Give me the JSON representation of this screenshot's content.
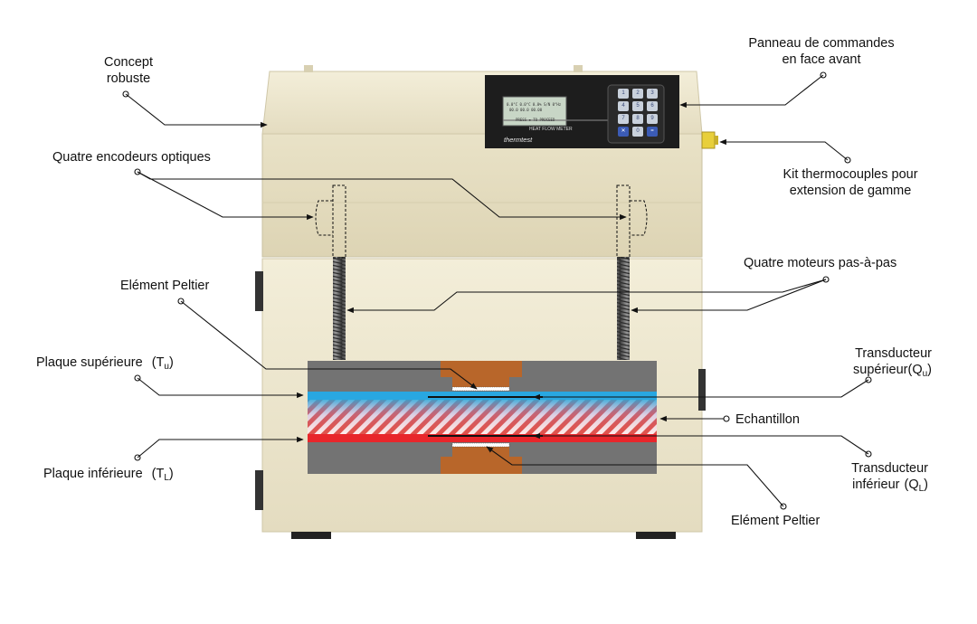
{
  "labels": {
    "concept": [
      "Concept",
      "robuste"
    ],
    "panneau": [
      "Panneau de commandes",
      "en face avant"
    ],
    "encodeurs": "Quatre encodeurs optiques",
    "kit": [
      "Kit thermocouples pour",
      "extension de gamme"
    ],
    "moteurs": "Quatre moteurs pas-à-pas",
    "peltier_top": "Elément Peltier",
    "plaque_sup": "Plaque supérieure",
    "plaque_sup_sym": "(T",
    "plaque_sup_sub": "u",
    "plaque_sup_close": ")",
    "trans_sup": [
      "Transducteur",
      "supérieur"
    ],
    "trans_sup_sym": "(Q",
    "trans_sup_sub": "u",
    "trans_sup_close": ")",
    "echantillon": "Echantillon",
    "plaque_inf": "Plaque inférieure",
    "plaque_inf_sym": "(T",
    "plaque_inf_sub": "L",
    "plaque_inf_close": ")",
    "trans_inf": [
      "Transducteur",
      "inférieur"
    ],
    "trans_inf_sym": "(Q",
    "trans_inf_sub": "L",
    "trans_inf_close": ")",
    "peltier_bottom": "Elément Peltier"
  },
  "panel": {
    "lcd_line1": "0.0°C  0.0°C  0.0% S/N  0°Hz",
    "lcd_line2": "00.0  00.0   00.00",
    "lcd_line3": "PRESS ▪ TO PROCEED",
    "caption": "HEAT FLOW METER",
    "brand": "thermtest",
    "keys": [
      "1",
      "2",
      "3",
      "4",
      "5",
      "6",
      "7",
      "8",
      "9",
      "✕",
      "0",
      "="
    ]
  },
  "colors": {
    "body": "#ece6ce",
    "upper_plate": "#29a7e1",
    "lower_plate": "#e8262b",
    "peltier": "#b8662a",
    "frame": "#7a7a7a"
  }
}
